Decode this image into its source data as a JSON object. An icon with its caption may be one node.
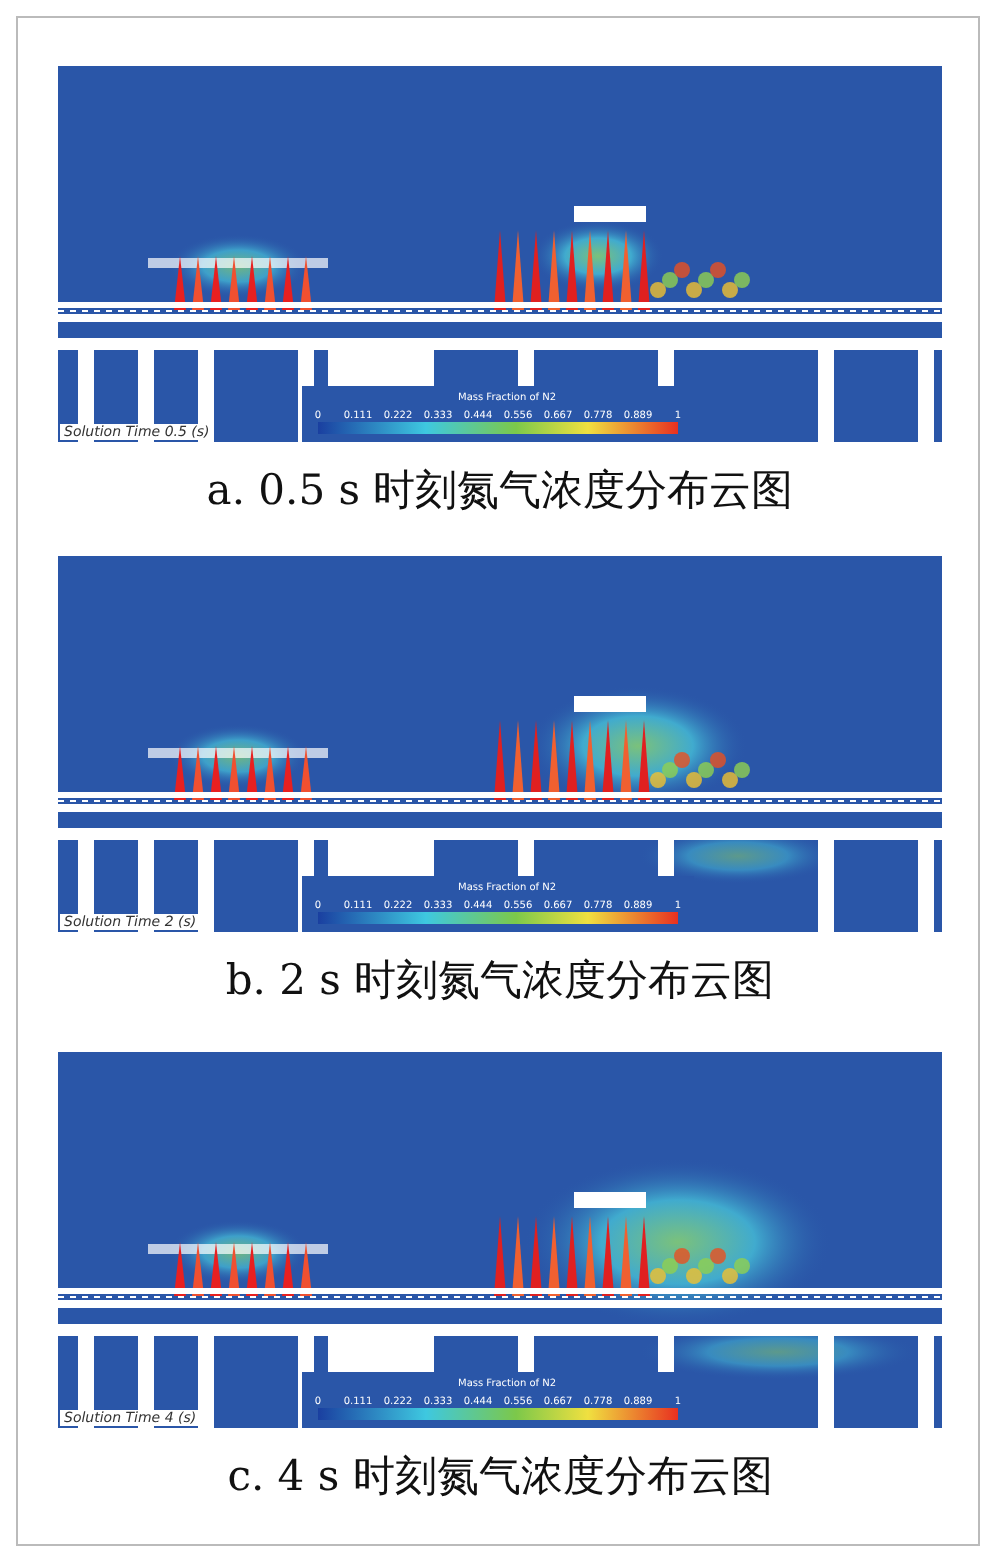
{
  "diagram": {
    "labels": [
      "Mass Fraction of N2",
      "0",
      "0.111",
      "0.222",
      "0.333",
      "0.444",
      "0.556",
      "0.667",
      "0.778",
      "0.889",
      "1",
      "Solution Time 0.5 (s)",
      "a. 0.5 s 时刻氮气浓度分布云图",
      "Mass Fraction of N2",
      "0",
      "0.111",
      "0.222",
      "0.333",
      "0.444",
      "0.556",
      "0.667",
      "0.778",
      "0.889",
      "1",
      "Solution Time 2 (s)",
      "b. 2 s 时刻氮气浓度分布云图",
      "Mass Fraction of N2",
      "0",
      "0.111",
      "0.222",
      "0.333",
      "0.444",
      "0.556",
      "0.667",
      "0.778",
      "0.889",
      "1",
      "Solution Time 4 (s)",
      "c. 4 s 时刻氮气浓度分布云图"
    ]
  }
}
